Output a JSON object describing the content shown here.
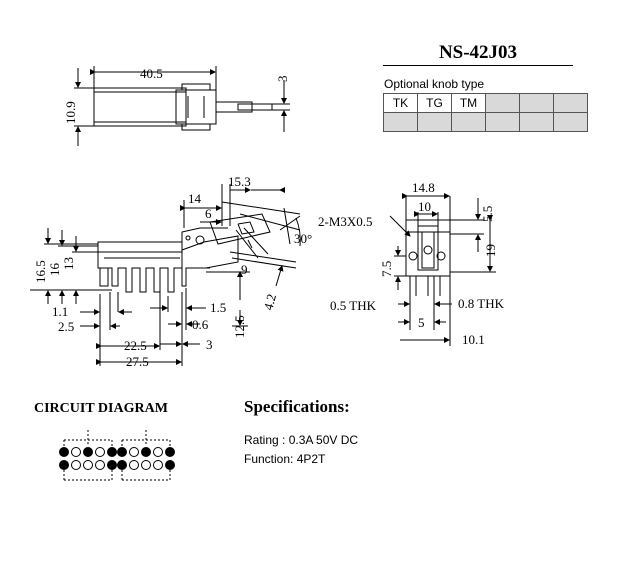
{
  "model": {
    "number": "NS-42J03"
  },
  "knob": {
    "label": "Optional knob type",
    "types": [
      "TK",
      "TG",
      "TM",
      "",
      "",
      ""
    ]
  },
  "dimensions": {
    "top_view": {
      "length": "40.5",
      "height": "10.9",
      "shaft": "3"
    },
    "side_view": {
      "d15_3": "15.3",
      "d14": "14",
      "d6": "6",
      "d30": "30°",
      "d9": "9",
      "d4_2": "4.2",
      "d16_5": "16.5",
      "d16": "16",
      "d13": "13",
      "d1_1": "1.1",
      "d1_5": "1.5",
      "d2_5": "2.5",
      "d0_6": "0.6",
      "d12_5": "12.5",
      "d22_5": "22.5",
      "d3": "3",
      "d27_5": "27.5"
    },
    "front_view": {
      "d14_8": "14.8",
      "d10": "10",
      "d5_5": "5.5",
      "screw": "2-M3X0.5",
      "d7_5": "7.5",
      "d19": "19",
      "thk05": "0.5  THK",
      "thk08": "0.8  THK",
      "d5": "5",
      "d10_1": "10.1"
    }
  },
  "circuit": {
    "label": "CIRCUIT DIAGRAM"
  },
  "specs": {
    "title": "Specifications:",
    "rating": "Rating : 0.3A 50V DC",
    "function": "Function: 4P2T"
  }
}
